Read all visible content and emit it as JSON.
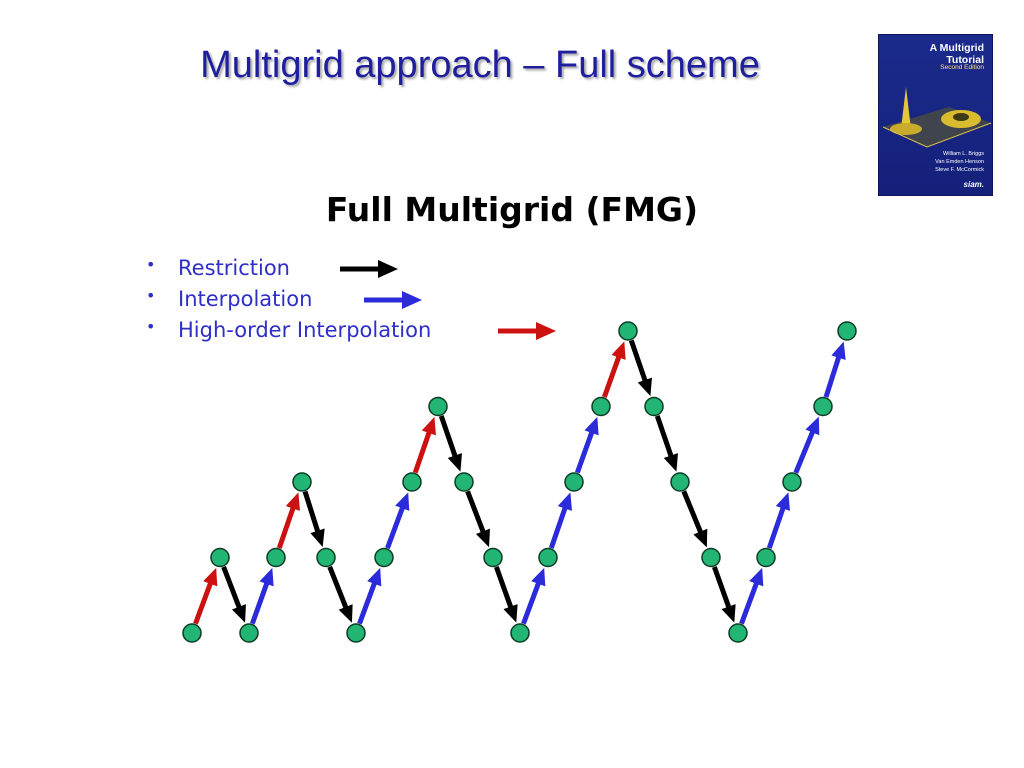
{
  "slide": {
    "title": "Multigrid approach – Full scheme"
  },
  "book": {
    "title_line1": "A Multigrid",
    "title_line2": "Tutorial",
    "edition": "Second Edition",
    "authors": [
      "William L. Briggs",
      "Van Emden Henson",
      "Steve F. McCormick"
    ],
    "publisher": "siam."
  },
  "diagram": {
    "title": "Full Multigrid (FMG)",
    "legend": [
      {
        "bullet": "•",
        "label": "Restriction",
        "color": "#000000"
      },
      {
        "bullet": "•",
        "label": "Interpolation",
        "color": "#2b2bd9"
      },
      {
        "bullet": "•",
        "label": "High-order Interpolation",
        "color": "#cc1111"
      }
    ],
    "node_color": "#22b573",
    "levels": 5,
    "sequence": [
      0,
      1,
      0,
      1,
      2,
      1,
      0,
      1,
      2,
      3,
      2,
      1,
      0,
      1,
      2,
      3,
      4,
      3,
      2,
      1,
      0,
      1,
      2,
      3,
      4
    ],
    "moves": [
      "hi",
      "r",
      "i",
      "hi",
      "r",
      "r",
      "i",
      "i",
      "hi",
      "r",
      "r",
      "r",
      "i",
      "i",
      "i",
      "hi",
      "r",
      "r",
      "r",
      "r",
      "i",
      "i",
      "i",
      "i"
    ]
  }
}
